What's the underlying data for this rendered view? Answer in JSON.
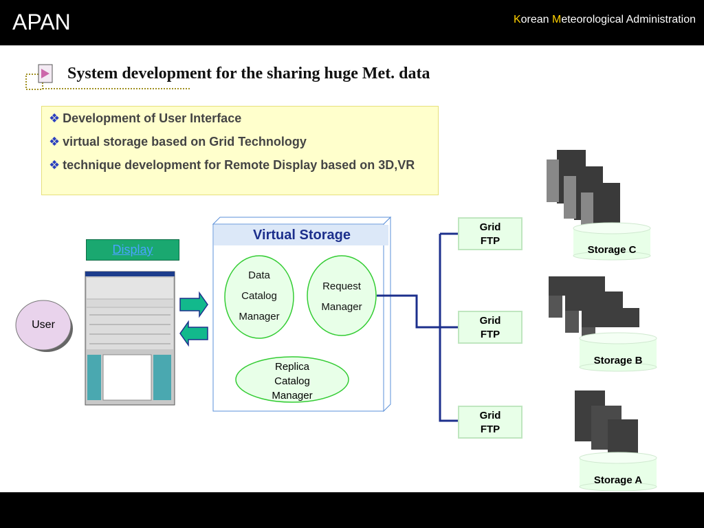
{
  "header": {
    "title": "APAN"
  },
  "heading": "System development for the sharing huge Met. data",
  "bullets": [
    "Development of User Interface",
    "virtual storage based on Grid Technology",
    "technique development for Remote Display based on  3D,VR"
  ],
  "diagram": {
    "virtual_storage_title": "Virtual Storage",
    "data_catalog": [
      "Data",
      "Catalog",
      "Manager"
    ],
    "request_manager": [
      "Request",
      "Manager"
    ],
    "replica_catalog": [
      "Replica",
      "Catalog",
      "Manager"
    ],
    "display_label": "Display",
    "user_label": "User",
    "grid_ftp": [
      "Grid",
      "FTP"
    ],
    "storages": [
      "Storage C",
      "Storage B",
      "Storage A"
    ]
  },
  "footer": {
    "initial_k": "K",
    "rest_k": "orean ",
    "initial_m": "M",
    "rest_m": "eteorological Administration"
  },
  "colors": {
    "accent": "#1c2f8c",
    "grid_box": "#e8ffe8",
    "ellipse_fill": "#e8ffe8",
    "ellipse_stroke": "#33cc33",
    "connector": "#1c2f8c"
  }
}
